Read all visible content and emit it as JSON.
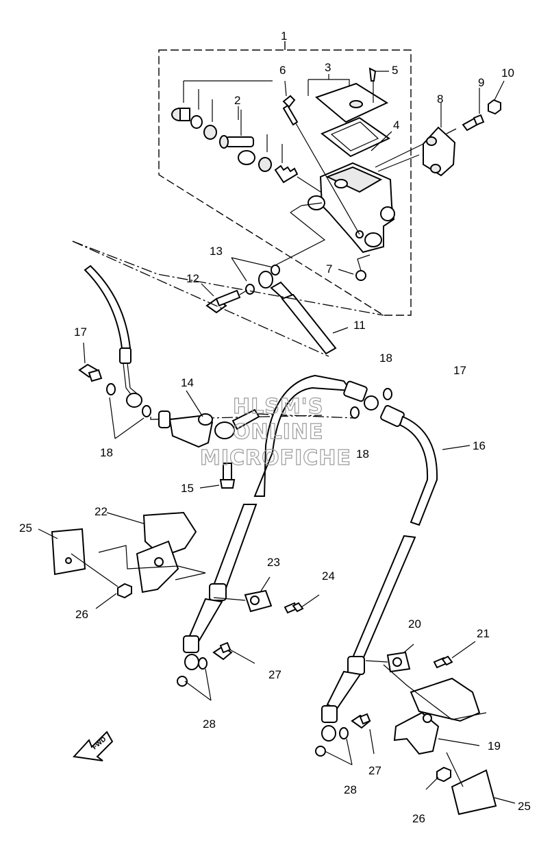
{
  "watermark": {
    "line1": "HLSM'S",
    "line2": "ONLINE",
    "line3": "MICROFICHE"
  },
  "arrow_label": "FWD",
  "callouts": {
    "c1": "1",
    "c2": "2",
    "c3": "3",
    "c4": "4",
    "c5": "5",
    "c6": "6",
    "c7": "7",
    "c8": "8",
    "c9": "9",
    "c10": "10",
    "c11": "11",
    "c12": "12",
    "c13": "13",
    "c14": "14",
    "c15": "15",
    "c16": "16",
    "c17a": "17",
    "c17b": "17",
    "c18a": "18",
    "c18b": "18",
    "c18c": "18",
    "c19": "19",
    "c20": "20",
    "c21": "21",
    "c22": "22",
    "c23": "23",
    "c24": "24",
    "c25a": "25",
    "c25b": "25",
    "c26a": "26",
    "c26b": "26",
    "c27a": "27",
    "c27b": "27",
    "c28a": "28",
    "c28b": "28"
  }
}
